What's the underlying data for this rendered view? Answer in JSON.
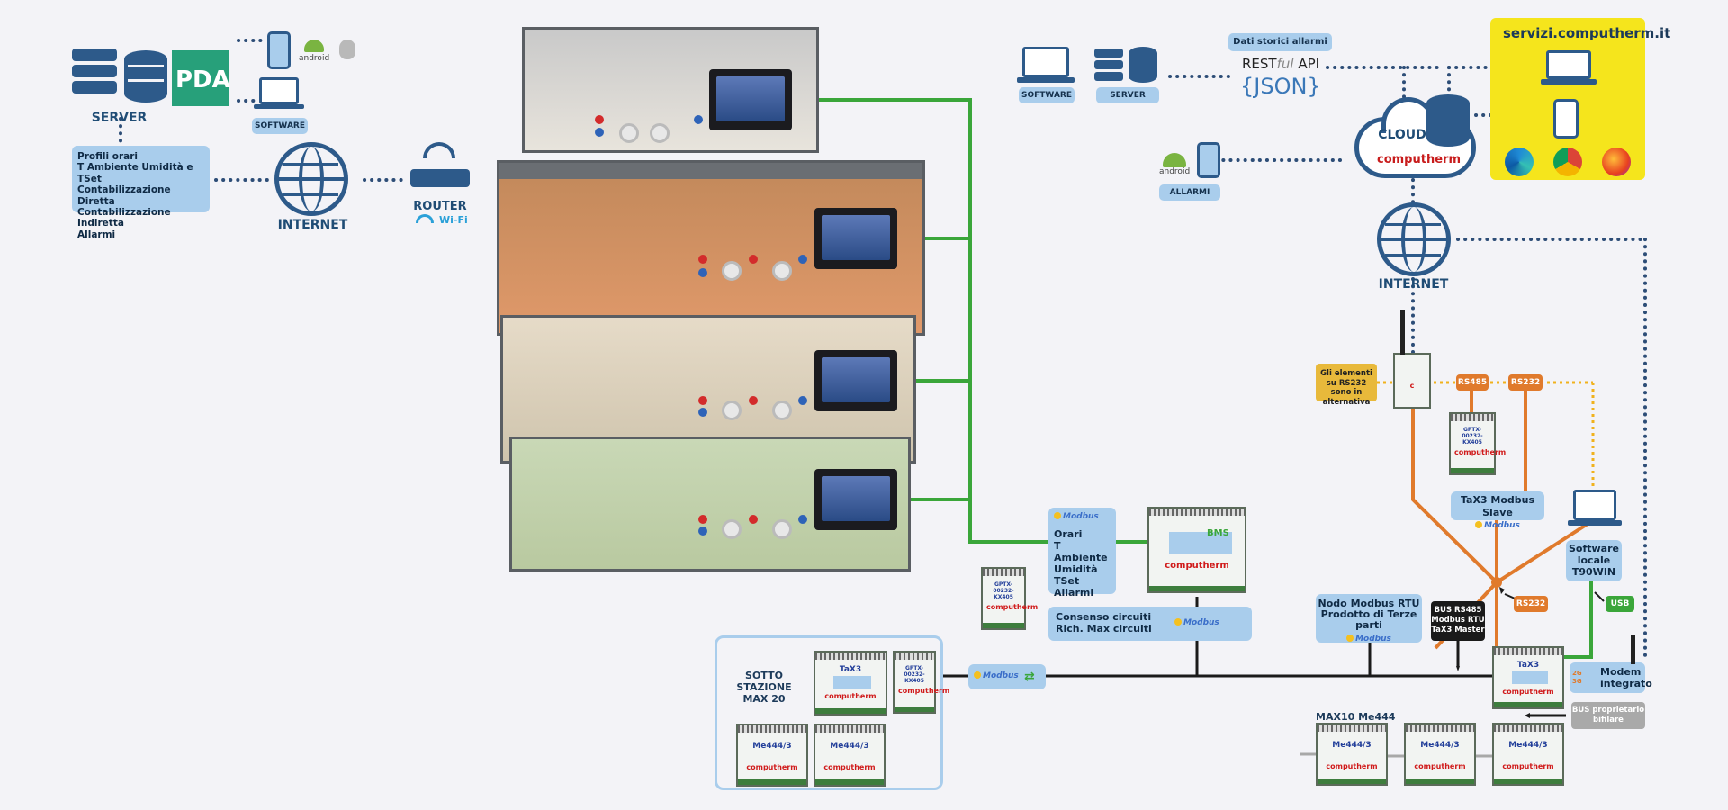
{
  "colors": {
    "panel": "#a9cdec",
    "navy": "#1f4c75",
    "green": "#3aa63a",
    "orange": "#e07a2c",
    "yellow": "#f5e51c",
    "black": "#1a1a1a",
    "dotted": "#2d4d77"
  },
  "left": {
    "server_label": "SERVER",
    "software_label": "SOFTWARE",
    "pda_text": "PDA",
    "android_text": "android",
    "info_lines": [
      "Profili orari",
      "T Ambiente Umidità e TSet",
      "Contabilizzazione Diretta",
      "Contabilizzazione Indiretta",
      "Allarmi"
    ],
    "internet_label": "INTERNET",
    "router_label": "ROUTER",
    "wifi_label": "Wi-Fi"
  },
  "top_right": {
    "software_label": "SOFTWARE",
    "server_label": "SERVER",
    "storici_label": "Dati storici allarmi",
    "rest_text": "REST",
    "ful_text": "ful",
    "api_text": "API",
    "json_text": "{JSON}",
    "cloud_label": "CLOUD",
    "computherm_text": "computherm",
    "allarmi_label": "ALLARMI",
    "android_text": "android",
    "servizi_label": "servizi.computherm.it",
    "internet_label": "INTERNET"
  },
  "right": {
    "rs232_note": "Gli elementi su RS232 sono in alternativa",
    "rs485": "RS485",
    "rs232_a": "RS232",
    "rs232_b": "RS232",
    "tax3_slave": "TaX3 Modbus Slave",
    "software_locale": [
      "Software",
      "locale",
      "T90WIN"
    ],
    "usb": "USB",
    "nodo": [
      "Nodo Modbus RTU",
      "Prodotto di Terze parti"
    ],
    "bus_box": [
      "BUS RS485",
      "Modbus RTU",
      "TaX3 Master"
    ],
    "modem": [
      "Modem",
      "integrato"
    ],
    "g_text": "2G 3G",
    "bus_prop": [
      "BUS proprietario",
      "bifilare"
    ],
    "max10": "MAX10 Me444"
  },
  "middle": {
    "bms_lines": [
      "Orari",
      "T Ambiente",
      "Umidità",
      "TSet",
      "Allarmi"
    ],
    "bms_label": "BMS",
    "consenso": [
      "Consenso circuiti",
      "Rich. Max circuiti"
    ],
    "sotto": [
      "SOTTO STAZIONE",
      "MAX 20"
    ],
    "modbus_text": "Modbus",
    "device_labels": {
      "tax3": "TaX3",
      "me444": "Me444/3",
      "gprs": "GPTX-00232-KX405",
      "brand": "computherm"
    }
  }
}
